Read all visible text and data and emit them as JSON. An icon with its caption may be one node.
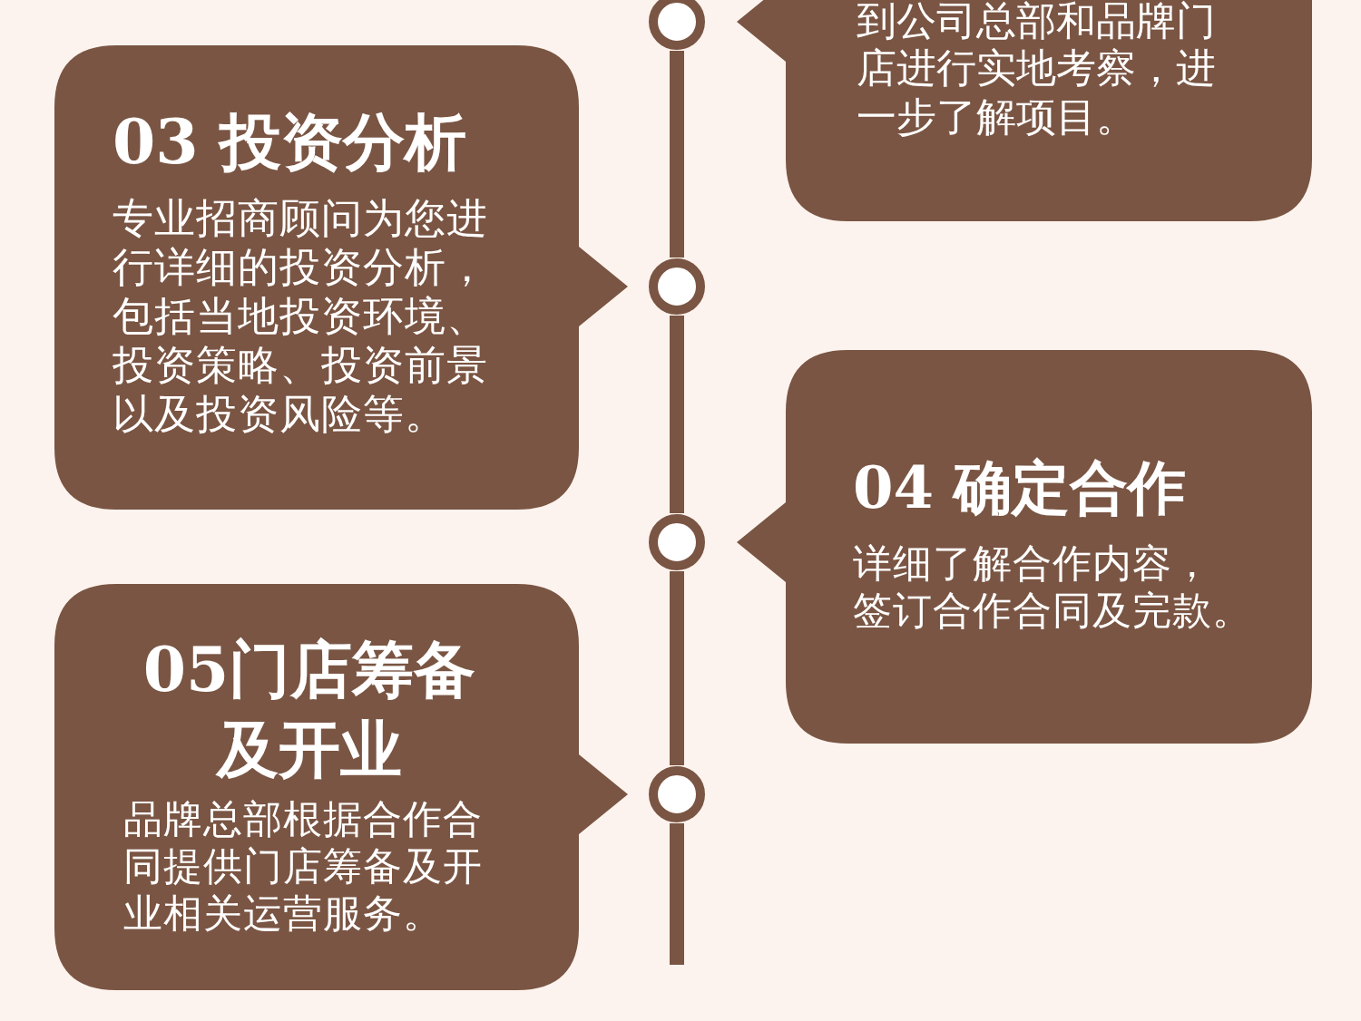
{
  "diagram": {
    "nodes": [
      {
        "text": [
          "到公司总部和品牌门店进行实地考察，进一步了解项目。"
        ]
      },
      {
        "text": [],
        "shape": "circle"
      },
      {
        "text": [
          "03 投资分析",
          "专业招商顾问为您进行详细的投资分析，包括当地投资环境、投资策略、投资前景以及投资风险等。"
        ]
      },
      {
        "text": [],
        "shape": "circle"
      },
      {
        "text": [
          "04 确定合作",
          "详细了解合作内容，签订合作合同及完款。"
        ]
      },
      {
        "text": [],
        "shape": "circle"
      },
      {
        "text": [
          "05门店筹备及开业",
          "品牌总部根据合作合同提供门店筹备及开业相关运营服务。"
        ]
      },
      {
        "text": [],
        "shape": "circle"
      }
    ],
    "edges": [
      {
        "from": 1,
        "to": 3,
        "arrow": "none"
      },
      {
        "from": 3,
        "to": 5,
        "arrow": "none"
      },
      {
        "from": 5,
        "to": 7,
        "arrow": "none"
      },
      {
        "from": 7,
        "to": null,
        "arrow": "none"
      }
    ]
  }
}
